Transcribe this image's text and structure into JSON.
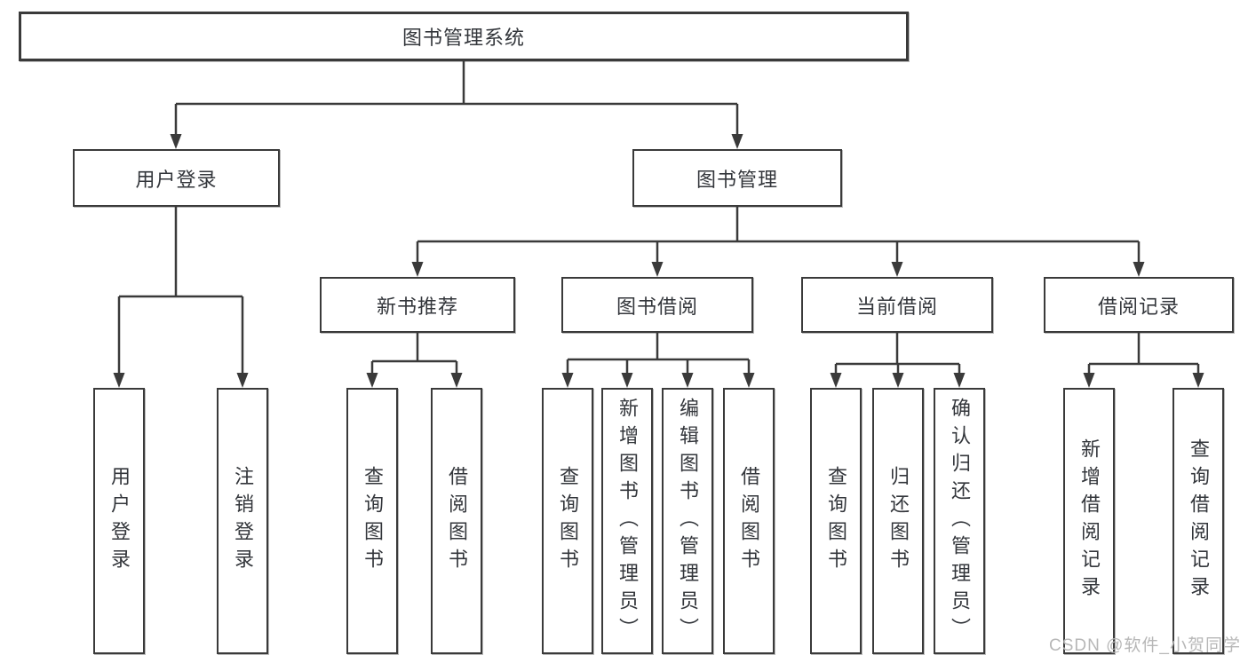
{
  "tree": {
    "label": "图书管理系统",
    "children": [
      {
        "label": "用户登录",
        "children": [
          {
            "label": "用户登录"
          },
          {
            "label": "注销登录"
          }
        ]
      },
      {
        "label": "图书管理",
        "children": [
          {
            "label": "新书推荐",
            "children": [
              {
                "label": "查询图书"
              },
              {
                "label": "借阅图书"
              }
            ]
          },
          {
            "label": "图书借阅",
            "children": [
              {
                "label": "查询图书"
              },
              {
                "label": "新增图书（管理员）"
              },
              {
                "label": "编辑图书（管理员）"
              },
              {
                "label": "借阅图书"
              }
            ]
          },
          {
            "label": "当前借阅",
            "children": [
              {
                "label": "查询图书"
              },
              {
                "label": "归还图书"
              },
              {
                "label": "确认归还（管理员）"
              }
            ]
          },
          {
            "label": "借阅记录",
            "children": [
              {
                "label": "新增借阅记录"
              },
              {
                "label": "查询借阅记录"
              }
            ]
          }
        ]
      }
    ]
  },
  "colors": {
    "line": "#3a3a3a",
    "text": "#33363b",
    "watermark": "#b7b7b7"
  },
  "watermark": "CSDN @软件_小贺同学"
}
